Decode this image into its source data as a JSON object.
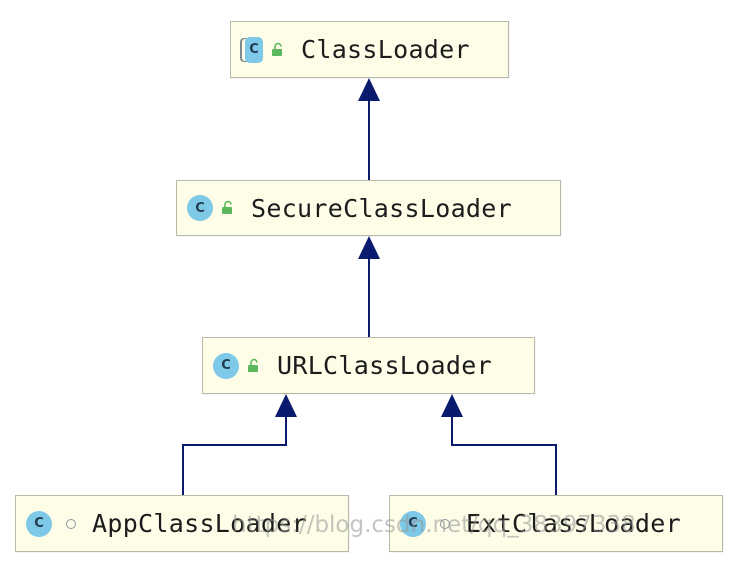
{
  "diagram": {
    "nodes": [
      {
        "id": "classloader",
        "label": "ClassLoader",
        "icon": "abstract-class-icon",
        "visibility_icon": "public-lock-icon"
      },
      {
        "id": "secureclassloader",
        "label": "SecureClassLoader",
        "icon": "class-icon",
        "visibility_icon": "public-lock-icon"
      },
      {
        "id": "urlclassloader",
        "label": "URLClassLoader",
        "icon": "class-icon",
        "visibility_icon": "public-lock-icon"
      },
      {
        "id": "appclassloader",
        "label": "AppClassLoader",
        "icon": "class-icon",
        "visibility_icon": "package-private-dot-icon"
      },
      {
        "id": "extclassloader",
        "label": "ExtClassLoader",
        "icon": "class-icon",
        "visibility_icon": "package-private-dot-icon"
      }
    ],
    "edges": [
      {
        "from": "secureclassloader",
        "to": "classloader",
        "type": "extends"
      },
      {
        "from": "urlclassloader",
        "to": "secureclassloader",
        "type": "extends"
      },
      {
        "from": "appclassloader",
        "to": "urlclassloader",
        "type": "extends"
      },
      {
        "from": "extclassloader",
        "to": "urlclassloader",
        "type": "extends"
      }
    ],
    "icon_letter": "C",
    "colors": {
      "node_fill": "#fdfde8",
      "node_border": "#b9b9a8",
      "edge": "#0a1a6e",
      "class_icon": "#7ec9e8",
      "lock": "#5cb85c"
    }
  },
  "watermark": {
    "text": "https://blog.csdn.net/qq_38397338"
  }
}
